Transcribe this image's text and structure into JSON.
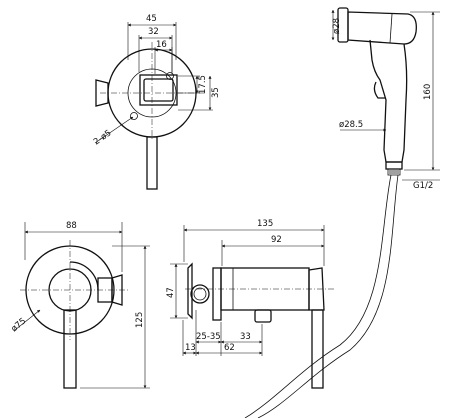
{
  "dimensions": {
    "top_view": {
      "width_45": "45",
      "width_32": "32",
      "width_16": "16",
      "height_17_5": "17.5",
      "height_35": "35",
      "hole_spec": "2-ø5"
    },
    "handset": {
      "nozzle_dia": "ø28",
      "body_dia": "ø28.5",
      "length": "160",
      "thread": "G1/2"
    },
    "front_view": {
      "width": "88",
      "plate_dia": "ø75",
      "height": "125"
    },
    "side_view": {
      "total_length": "135",
      "body_length": "92",
      "body_height": "47",
      "wall_depth": "25-35",
      "offset_33": "33",
      "plate_thickness": "13",
      "depth_62": "62"
    }
  }
}
